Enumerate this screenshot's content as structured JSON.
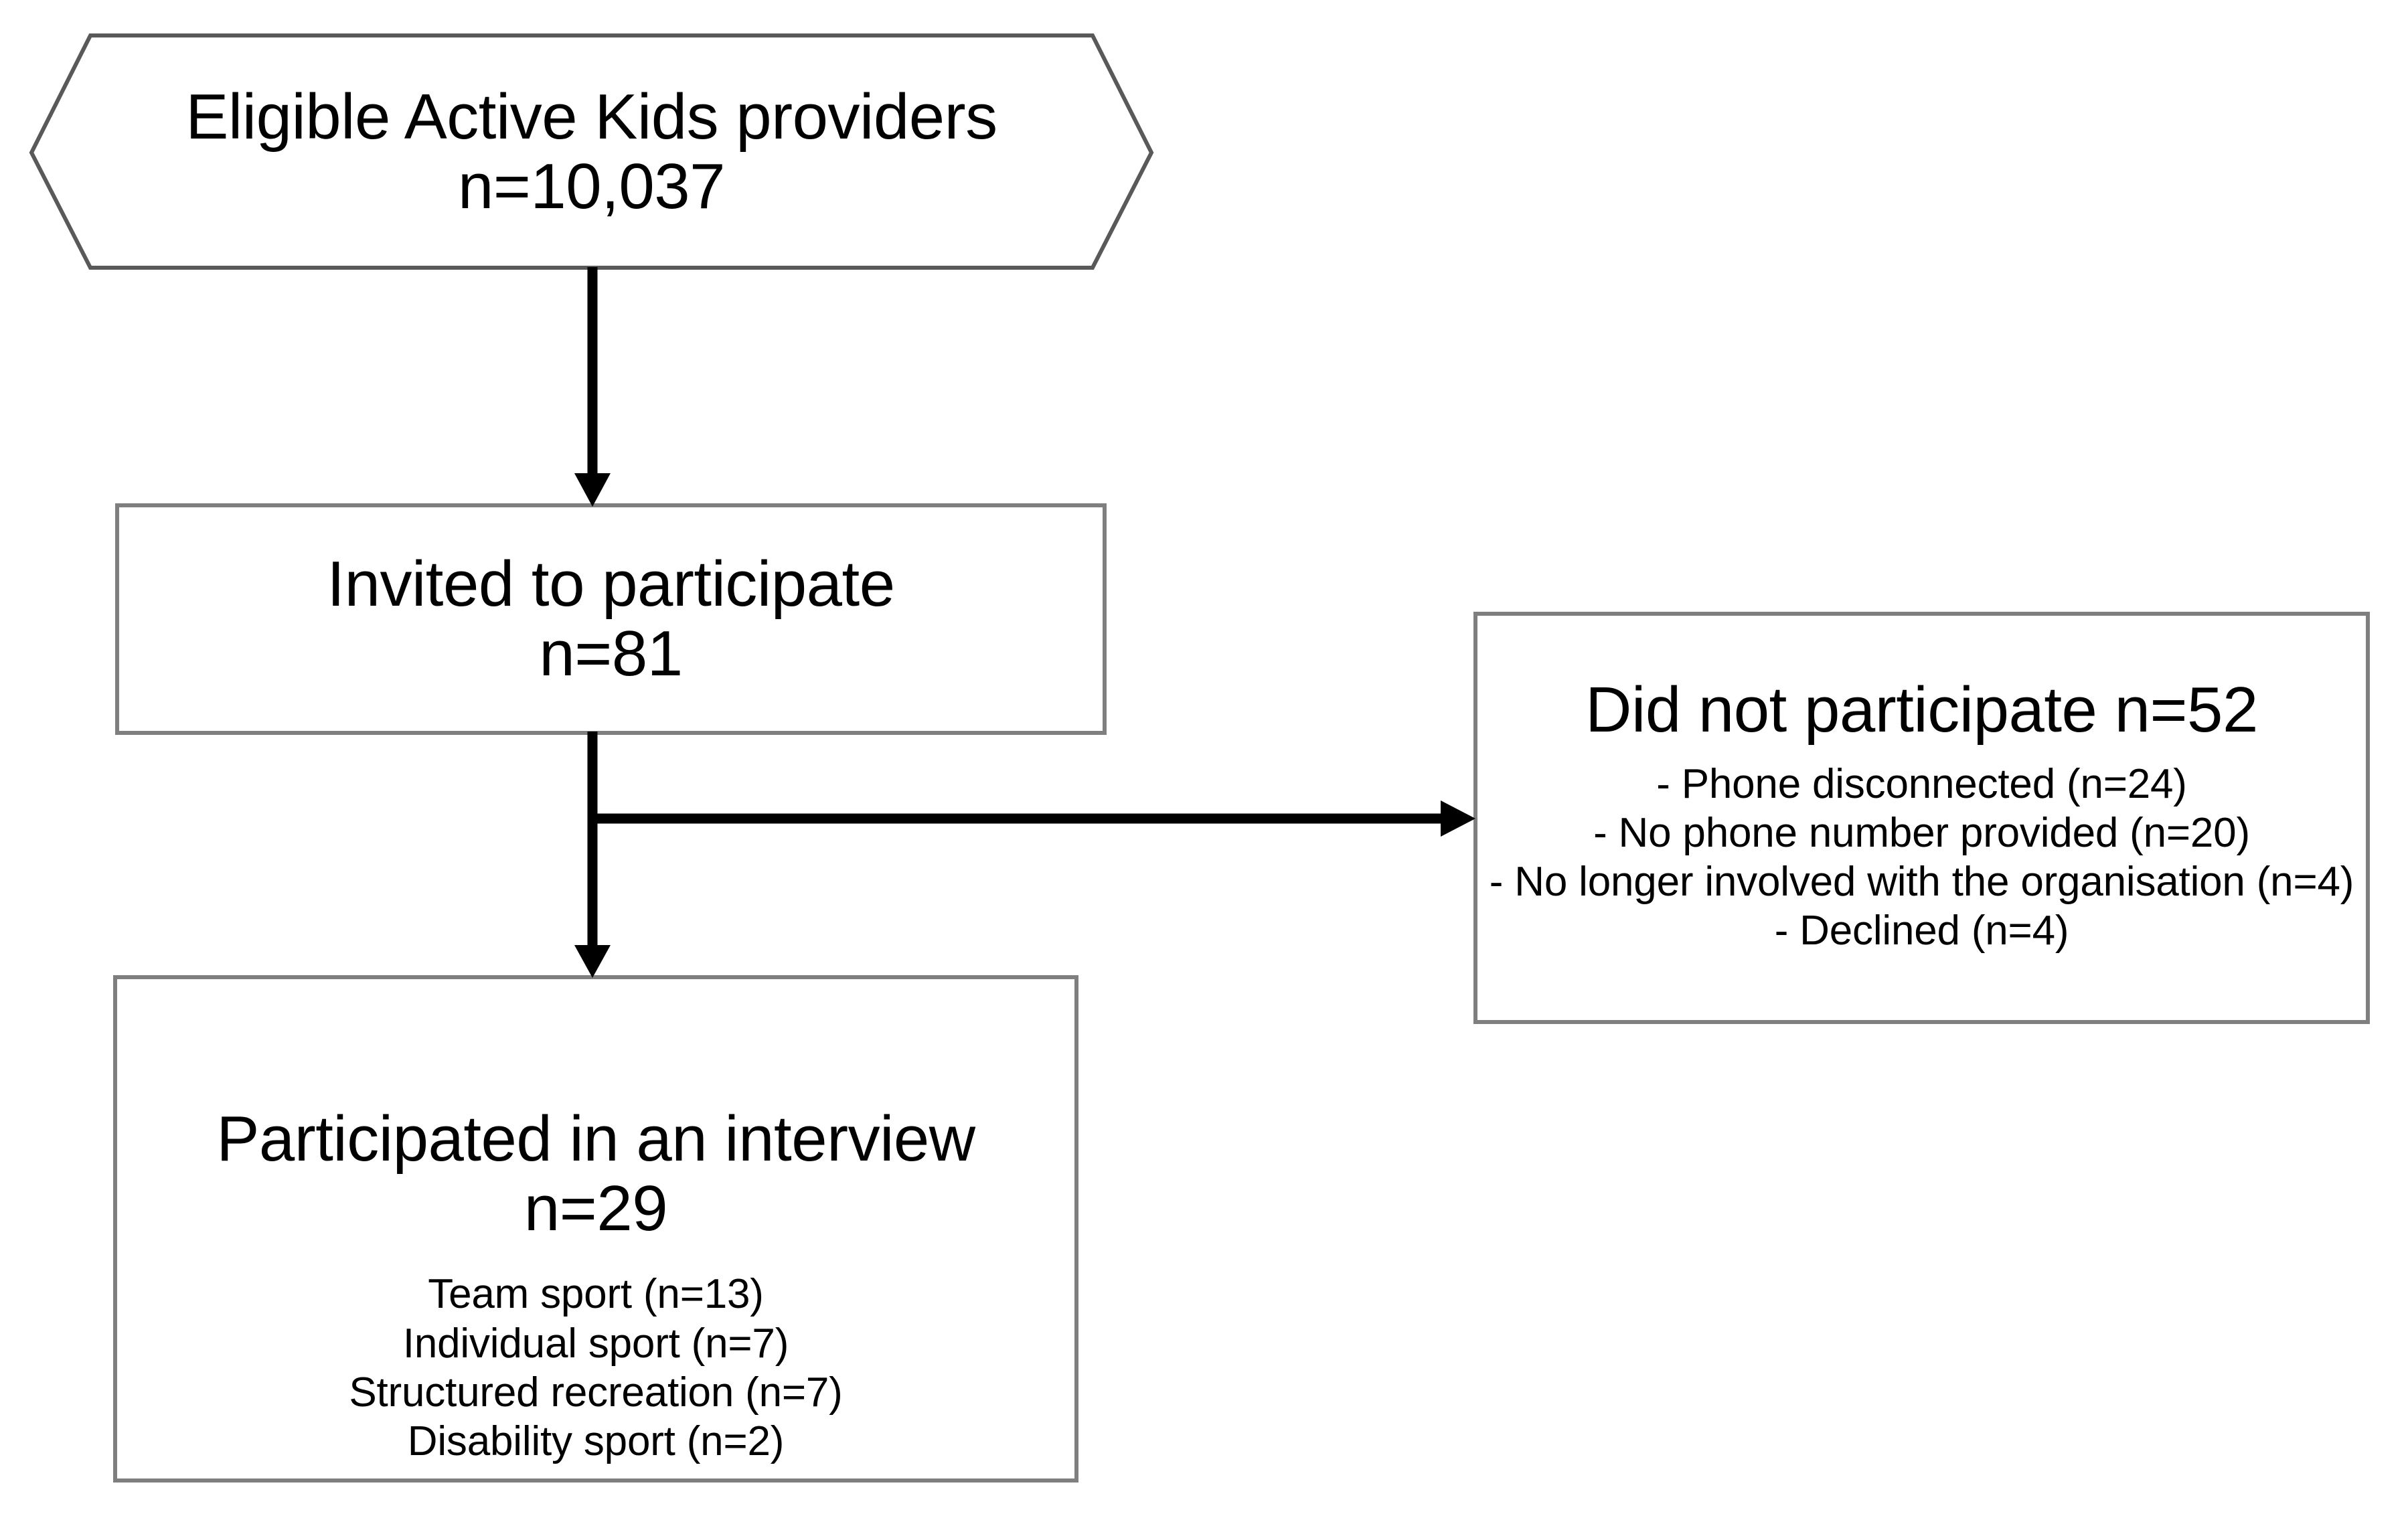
{
  "diagram": {
    "type": "participant-flow-chart",
    "nodes": {
      "eligible": {
        "shape": "hexagon",
        "title": "Eligible Active Kids providers",
        "count": "n=10,037"
      },
      "invited": {
        "shape": "rectangle",
        "title": "Invited to participate",
        "count": "n=81"
      },
      "excluded": {
        "shape": "rectangle",
        "title": "Did not participate n=52",
        "reasons": [
          "- Phone disconnected (n=24)",
          "- No phone number provided (n=20)",
          "- No longer involved with the organisation (n=4)",
          "- Declined (n=4)"
        ]
      },
      "participated": {
        "shape": "rectangle",
        "title": "Participated in an interview",
        "count": "n=29",
        "breakdown": [
          "Team sport (n=13)",
          "Individual sport (n=7)",
          "Structured recreation (n=7)",
          "Disability sport (n=2)"
        ]
      }
    },
    "connectors": [
      {
        "name": "eligible-to-invited",
        "direction": "down"
      },
      {
        "name": "invited-to-excluded",
        "direction": "right"
      },
      {
        "name": "invited-to-participated",
        "direction": "down"
      }
    ],
    "colors": {
      "background": "#ffffff",
      "box_stroke": "#7f7f7f",
      "arrow_fill": "#000000",
      "text": "#000000"
    }
  }
}
